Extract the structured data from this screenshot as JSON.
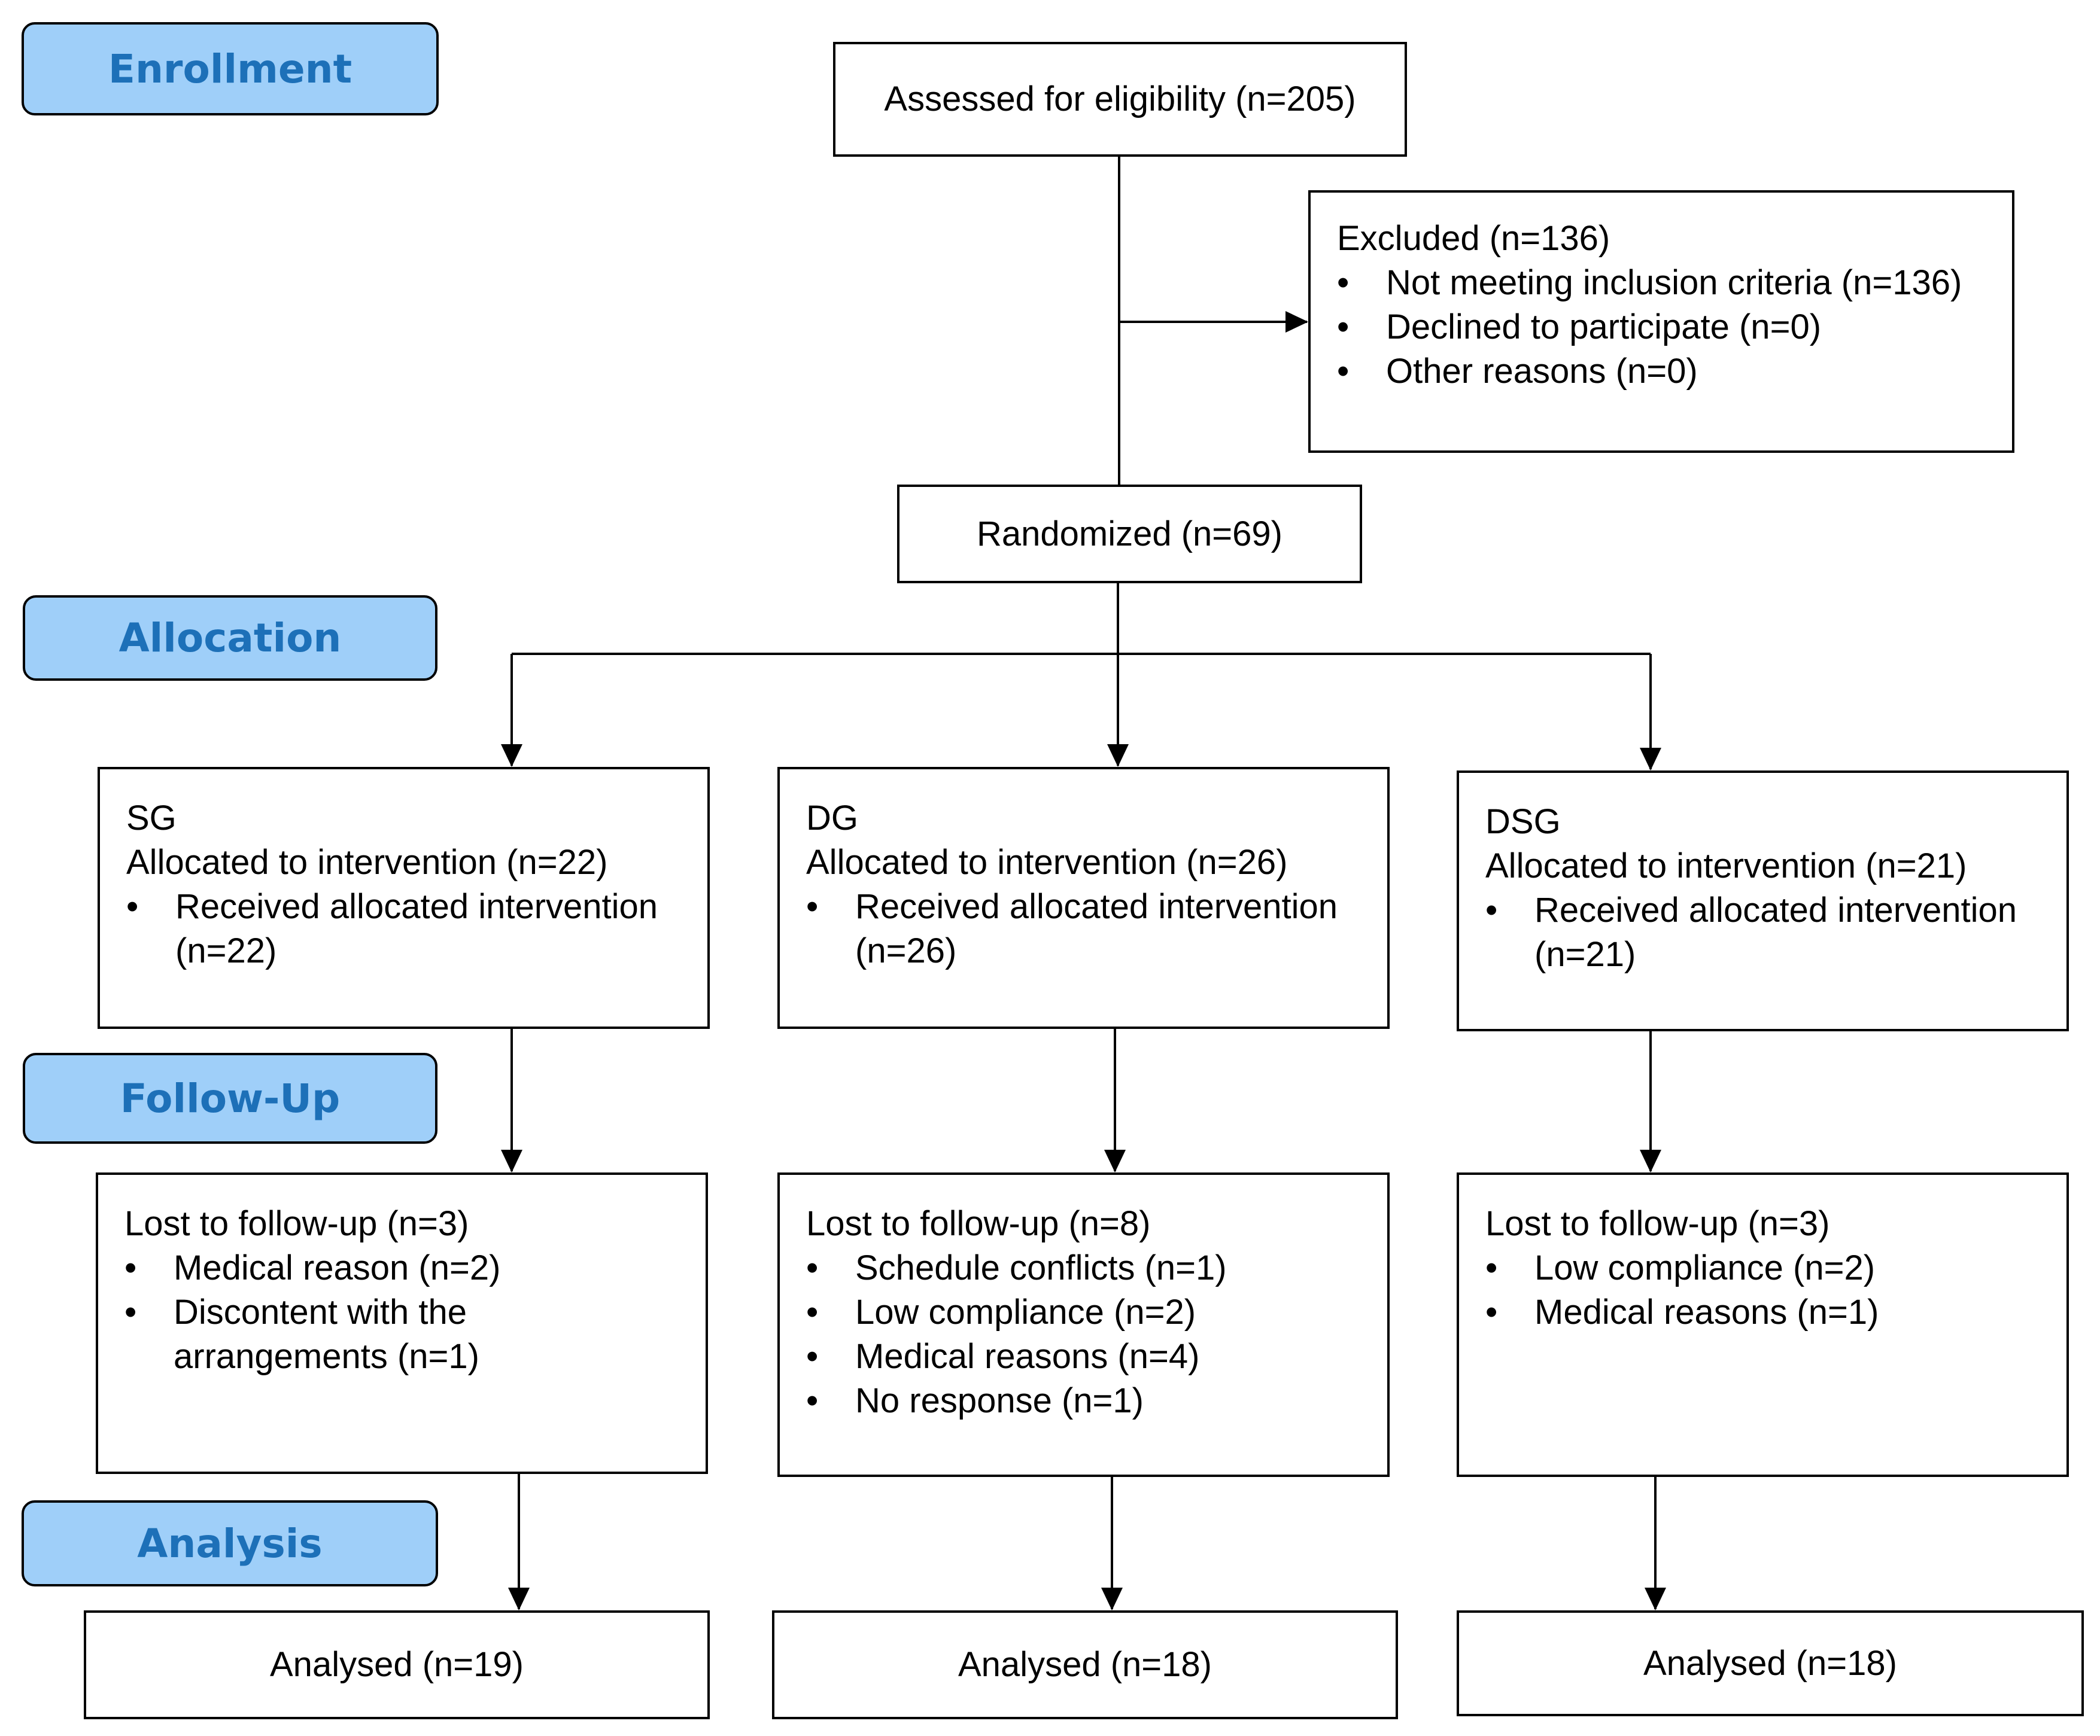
{
  "stages": {
    "enrollment": "Enrollment",
    "allocation": "Allocation",
    "follow_up": "Follow-Up",
    "analysis": "Analysis"
  },
  "assessed": "Assessed for eligibility (n=205)",
  "excluded": {
    "title": "Excluded (n=136)",
    "items": [
      "Not meeting inclusion criteria (n=136)",
      "Declined to participate (n=0)",
      "Other reasons (n=0)"
    ]
  },
  "randomized": "Randomized (n=69)",
  "groups": [
    {
      "name": "SG",
      "allocated": "Allocated to intervention (n=22)",
      "received": "Received allocated intervention",
      "received_n": "(n=22)",
      "lost": {
        "title": "Lost to follow-up (n=3)",
        "items": [
          "Medical reason (n=2)",
          "Discontent with the arrangements (n=1)"
        ]
      },
      "analysed": "Analysed (n=19)"
    },
    {
      "name": "DG",
      "allocated": "Allocated to intervention (n=26)",
      "received": "Received allocated intervention",
      "received_n": "(n=26)",
      "lost": {
        "title": "Lost to follow-up (n=8)",
        "items": [
          "Schedule conflicts (n=1)",
          "Low compliance (n=2)",
          "Medical reasons (n=4)",
          "No response (n=1)"
        ]
      },
      "analysed": "Analysed (n=18)"
    },
    {
      "name": "DSG",
      "allocated": "Allocated to intervention (n=21)",
      "received": "Received allocated intervention",
      "received_n": "(n=21)",
      "lost": {
        "title": "Lost to follow-up (n=3)",
        "items": [
          "Low compliance (n=2)",
          "Medical reasons (n=1)"
        ]
      },
      "analysed": "Analysed (n=18)"
    }
  ],
  "colors": {
    "stage_fill": "#9fcff9",
    "stage_text": "#1d70b8",
    "line": "#000000"
  }
}
